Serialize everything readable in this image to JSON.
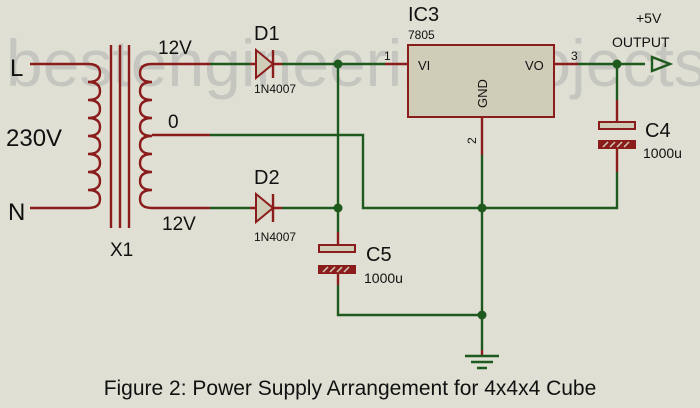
{
  "watermark": "bestengineeringprojects.com",
  "caption": "Figure 2: Power Supply Arrangement for 4x4x4 Cube",
  "transformer": {
    "ref": "X1",
    "primary_l": "L",
    "primary_n": "N",
    "primary_voltage": "230V",
    "secondary_top": "12V",
    "secondary_tap": "0",
    "secondary_bottom": "12V"
  },
  "d1": {
    "ref": "D1",
    "part": "1N4007"
  },
  "d2": {
    "ref": "D2",
    "part": "1N4007"
  },
  "regulator": {
    "ref": "IC3",
    "part": "7805",
    "pin_in": "VI",
    "pin_out": "VO",
    "pin_gnd": "GND",
    "pin1": "1",
    "pin2": "2",
    "pin3": "3"
  },
  "c4": {
    "ref": "C4",
    "value": "1000u"
  },
  "c5": {
    "ref": "C5",
    "value": "1000u"
  },
  "output": {
    "voltage": "+5V",
    "label": "OUTPUT"
  },
  "colors": {
    "wire": "#1e5a1e",
    "pin": "#8b1c1c",
    "body": "#cfcdb8",
    "background": "#dfdfd3"
  }
}
